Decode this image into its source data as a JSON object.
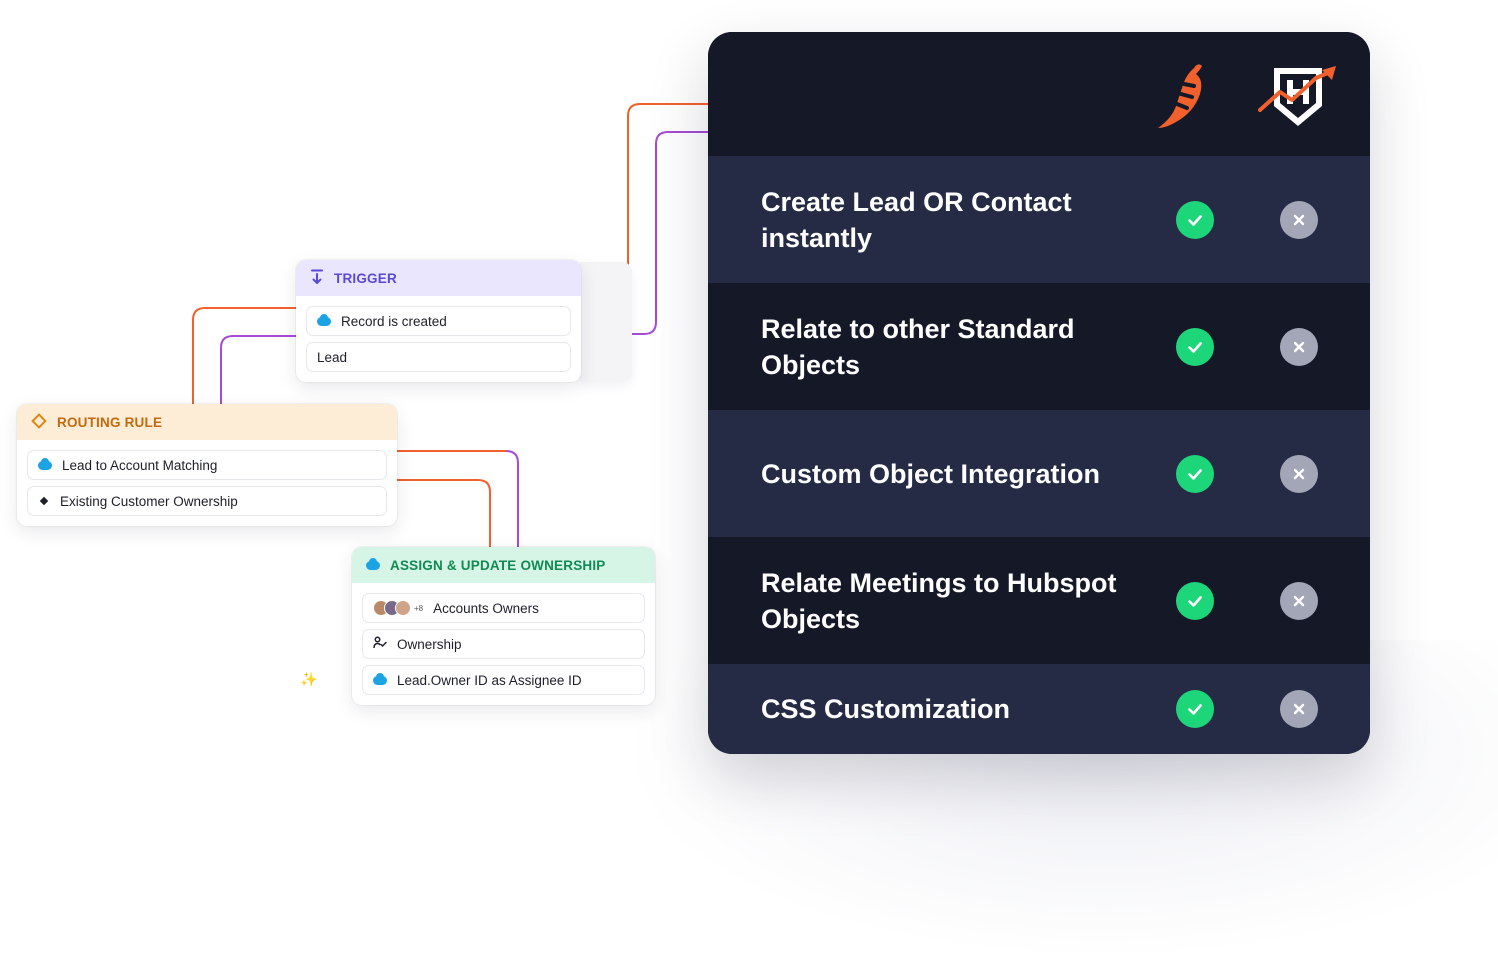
{
  "flow": {
    "trigger": {
      "title": "TRIGGER",
      "rows": [
        "Record is created",
        "Lead"
      ]
    },
    "routing_rule": {
      "title": "ROUTING RULE",
      "rows": [
        "Lead to Account Matching",
        "Existing Customer Ownership"
      ]
    },
    "assign": {
      "title": "ASSIGN & UPDATE OWNERSHIP",
      "avatar_more": "+8",
      "rows": [
        "Accounts Owners",
        "Ownership",
        "Lead.Owner ID as Assignee ID"
      ]
    },
    "colors": {
      "wire_orange": "#f0612e",
      "wire_purple": "#a64bd6"
    }
  },
  "comparison": {
    "logos": [
      "chili-pepper-logo",
      "shield-chart-logo"
    ],
    "features": [
      {
        "label": "Create Lead OR Contact instantly",
        "col1": "check",
        "col2": "cross"
      },
      {
        "label": "Relate to other Standard Objects",
        "col1": "check",
        "col2": "cross"
      },
      {
        "label": "Custom Object Integration",
        "col1": "check",
        "col2": "cross"
      },
      {
        "label": "Relate Meetings to Hubspot Objects",
        "col1": "check",
        "col2": "cross"
      },
      {
        "label": "CSS Customization",
        "col1": "check",
        "col2": "cross"
      }
    ],
    "colors": {
      "panel_dark": "#151827",
      "panel_alt": "#252b44",
      "check": "#1ed67a",
      "cross": "#a3a6b6"
    }
  }
}
